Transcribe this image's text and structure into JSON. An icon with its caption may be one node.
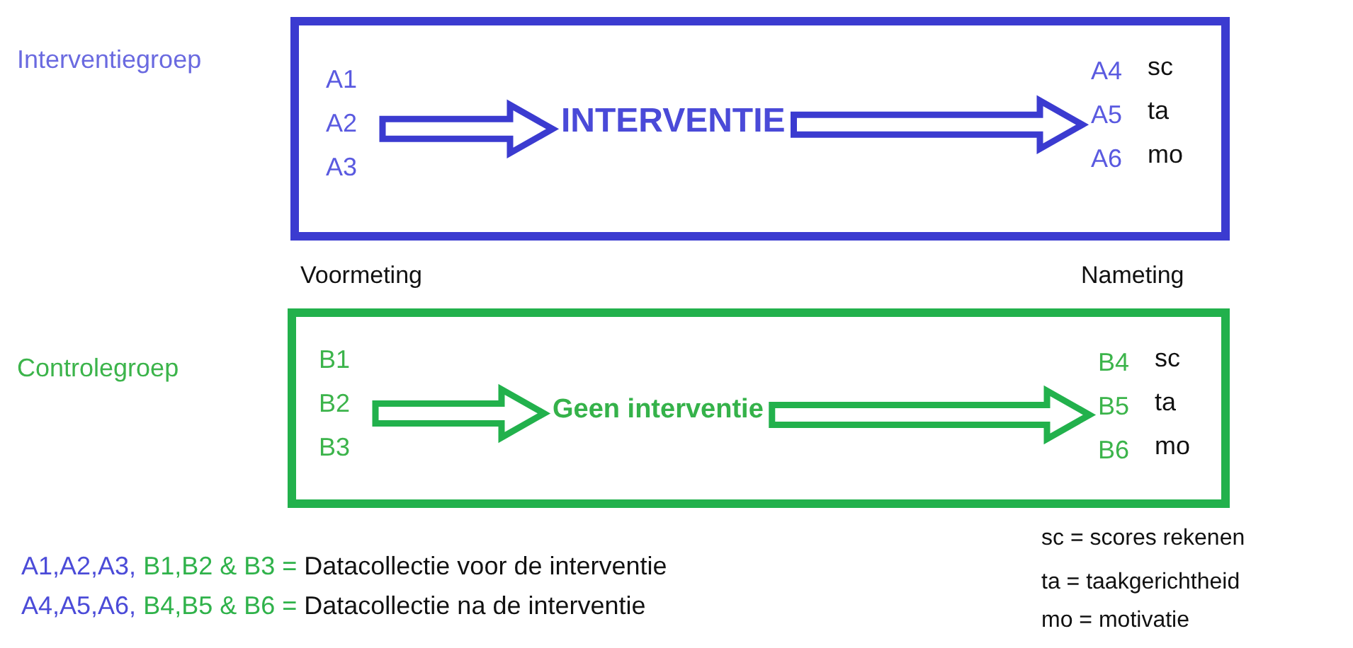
{
  "diagram": {
    "nodes": [
      {
        "text": [
          "Interventiegroep"
        ]
      },
      {
        "text": [
          "A1",
          "A2",
          "A3"
        ],
        "in": 0
      },
      {
        "text": [
          "INTERVENTIE"
        ],
        "in": 0
      },
      {
        "text": [
          "A4",
          "A5",
          "A6"
        ],
        "beside": [
          "sc",
          "ta",
          "mo"
        ],
        "in": 0
      },
      {
        "text": [
          "Controlegroep"
        ]
      },
      {
        "text": [
          "B1",
          "B2",
          "B3"
        ],
        "in": 4
      },
      {
        "text": [
          "Geen interventie"
        ],
        "in": 4
      },
      {
        "text": [
          "B4",
          "B5",
          "B6"
        ],
        "beside": [
          "sc",
          "ta",
          "mo"
        ],
        "in": 4
      }
    ],
    "edges": [
      {
        "from": 1,
        "to": 2,
        "arrow": "to",
        "style": "thick",
        "color": "#3b3bd0"
      },
      {
        "from": 2,
        "to": 3,
        "arrow": "to",
        "style": "thick",
        "color": "#3b3bd0"
      },
      {
        "from": 5,
        "to": 6,
        "arrow": "to",
        "style": "thick",
        "color": "#22b14c"
      },
      {
        "from": 6,
        "to": 7,
        "arrow": "to",
        "style": "thick",
        "color": "#22b14c"
      }
    ],
    "labels": [
      "Voormeting",
      "Nameting",
      "A1,A2,A3,",
      "B1,B2 & B3 =",
      "Datacollectie voor de interventie",
      "A4,A5,A6,",
      "B4,B5 & B6 =",
      "Datacollectie na de interventie",
      "sc = scores rekenen",
      "ta = taakgerichtheid",
      "mo = motivatie"
    ]
  }
}
